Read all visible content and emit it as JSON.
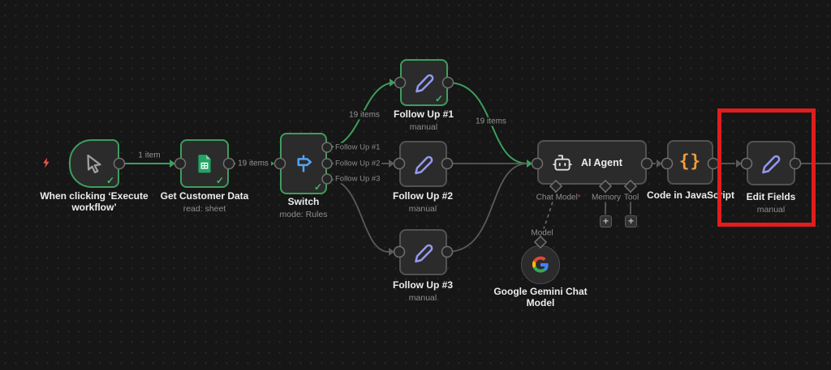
{
  "canvas": {
    "bg": "#161616",
    "dot": "#262626"
  },
  "colors": {
    "success_green": "#3c9e5d",
    "edge_gray": "#5a5a5a",
    "node_fill": "#2b2b2b",
    "node_border": "#525252",
    "annotation_red": "#e11d1d",
    "pencil_purple": "#9598f2",
    "switch_blue": "#54a3f2",
    "code_orange": "#ef9d3c",
    "sheets_green": "#21a464",
    "bolt_red": "#e4584a"
  },
  "icons": {
    "check": "✓",
    "plus": "+",
    "braces": "{}",
    "asterisk": "*"
  },
  "edge_labels": {
    "one_item": "1 item",
    "nineteen_items": "19 items"
  },
  "nodes": {
    "trigger": {
      "title": "When clicking ‘Execute workflow’"
    },
    "sheets": {
      "title": "Get Customer Data",
      "subtitle": "read: sheet"
    },
    "switch": {
      "title": "Switch",
      "subtitle": "mode: Rules",
      "outputs": [
        "Follow Up #1",
        "Follow Up #2",
        "Follow Up #3"
      ]
    },
    "followup1": {
      "title": "Follow Up #1",
      "subtitle": "manual"
    },
    "followup2": {
      "title": "Follow Up #2",
      "subtitle": "manual"
    },
    "followup3": {
      "title": "Follow Up #3",
      "subtitle": "manual"
    },
    "agent": {
      "title": "AI Agent",
      "ports": {
        "chat_model": "Chat Model",
        "memory": "Memory",
        "tool": "Tool"
      },
      "model_port": "Model"
    },
    "gemini": {
      "title": "Google Gemini Chat Model"
    },
    "code": {
      "title": "Code in JavaScript"
    },
    "edit": {
      "title": "Edit Fields",
      "subtitle": "manual"
    }
  }
}
